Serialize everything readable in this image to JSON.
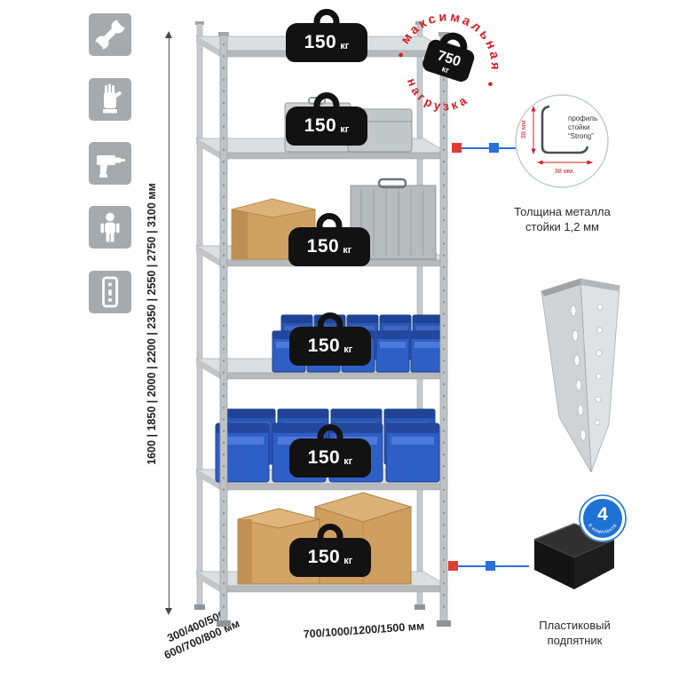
{
  "colors": {
    "accent-red": "#d21f26",
    "marker-red": "#e23b35",
    "accent-blue": "#2a6fd6",
    "badge-black": "#121212",
    "bin-blue": "#2e5fc7",
    "cardboard-tan": "#cfa263",
    "metal-gray": "#c9cdd0",
    "icon-tile-gray": "#a6aaad",
    "text-dark": "#222222"
  },
  "sidebar": {
    "icons": [
      "wrench",
      "work-glove",
      "drill",
      "person",
      "rack-upright"
    ]
  },
  "dimensions": {
    "height": "1600 | 1850 | 2000 | 2200 | 2350 | 2550 | 2750 | 3100 мм",
    "depth_line1": "300/400/500",
    "depth_line2": "600/700/800 мм",
    "width": "700/1000/1200/1500 мм"
  },
  "shelf_loads": [
    {
      "value": "150",
      "unit": "кг"
    },
    {
      "value": "150",
      "unit": "кг"
    },
    {
      "value": "150",
      "unit": "кг"
    },
    {
      "value": "150",
      "unit": "кг"
    },
    {
      "value": "150",
      "unit": "кг"
    },
    {
      "value": "150",
      "unit": "кг"
    }
  ],
  "stamp": {
    "arc_top": "максимальная",
    "arc_bottom": "нагрузка",
    "value": "750",
    "unit": "кг"
  },
  "profile_detail": {
    "label_line1": "профиль",
    "label_line2": "стойки",
    "label_line3": "“Strong”",
    "dim_side": "38 мм",
    "dim_bottom": "38 мм.",
    "caption_line1": "Толщина металла",
    "caption_line2": "стойки 1,2 мм"
  },
  "foot_detail": {
    "badge_value": "4",
    "badge_label": "в комплекте",
    "caption_line1": "Пластиковый",
    "caption_line2": "подпятник"
  }
}
